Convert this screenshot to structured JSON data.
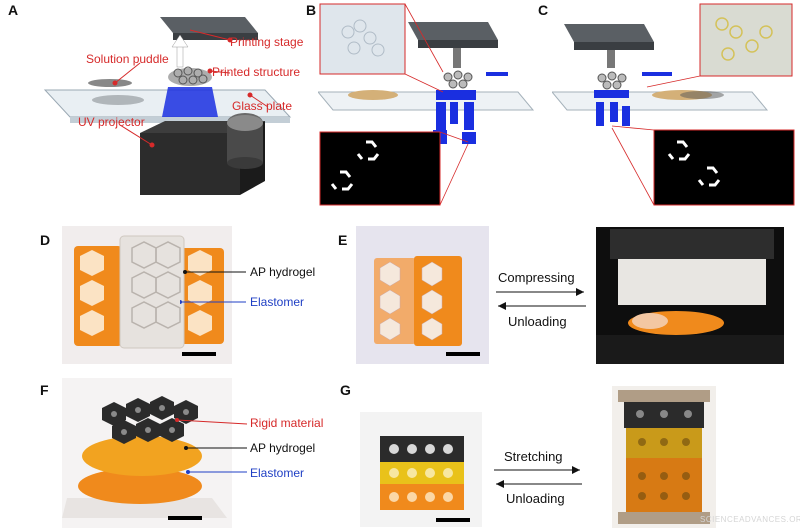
{
  "panels": {
    "A": {
      "letter": "A",
      "labels": {
        "printing_stage": "Printing stage",
        "solution_puddle": "Solution puddle",
        "printed_structure": "Printed structure",
        "glass_plate": "Glass plate",
        "uv_projector": "UV projector"
      }
    },
    "B": {
      "letter": "B"
    },
    "C": {
      "letter": "C"
    },
    "D": {
      "letter": "D",
      "labels": {
        "ap_hydrogel": "AP hydrogel",
        "elastomer": "Elastomer"
      }
    },
    "E": {
      "letter": "E",
      "labels": {
        "compressing": "Compressing",
        "unloading": "Unloading"
      }
    },
    "F": {
      "letter": "F",
      "labels": {
        "rigid_material": "Rigid material",
        "ap_hydrogel": "AP hydrogel",
        "elastomer": "Elastomer"
      }
    },
    "G": {
      "letter": "G",
      "labels": {
        "stretching": "Stretching",
        "unloading": "Unloading"
      }
    }
  },
  "watermark": "SCIENCEADVANCES.ORG",
  "colors": {
    "annotation_red": "#d62a2a",
    "annotation_blue": "#1f3fc4",
    "hydrogel_orange": "#f08a1c",
    "rigid_black": "#2b2b2b",
    "uv_blue": "#1a2fe0"
  }
}
